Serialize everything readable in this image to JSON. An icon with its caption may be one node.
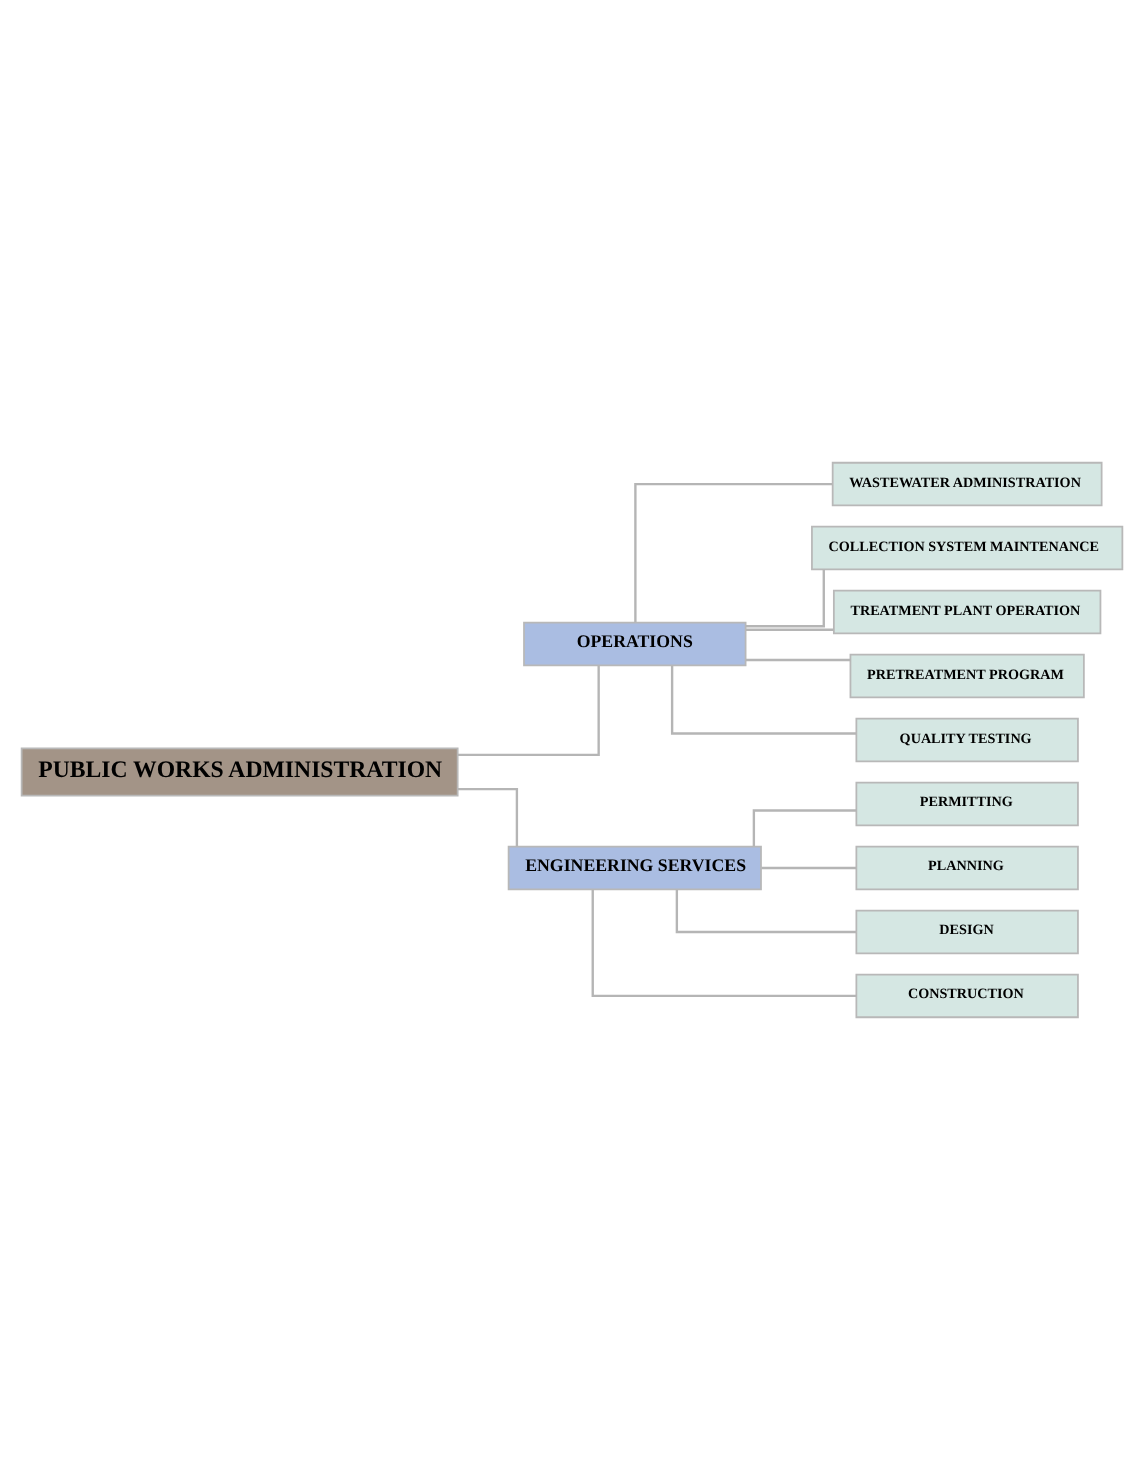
{
  "diagram": {
    "nodes": [
      {
        "text": [
          "PUBLIC WORKS ADMINISTRATION"
        ]
      },
      {
        "text": [
          "OPERATIONS"
        ]
      },
      {
        "text": [
          "ENGINEERING SERVICES"
        ]
      },
      {
        "text": [
          "WASTEWATER ADMINISTRATION"
        ]
      },
      {
        "text": [
          "COLLECTION SYSTEM MAINTENANCE"
        ]
      },
      {
        "text": [
          "TREATMENT PLANT OPERATION"
        ]
      },
      {
        "text": [
          "PRETREATMENT PROGRAM"
        ]
      },
      {
        "text": [
          "QUALITY TESTING"
        ]
      },
      {
        "text": [
          "PERMITTING"
        ]
      },
      {
        "text": [
          "PLANNING"
        ]
      },
      {
        "text": [
          "DESIGN"
        ]
      },
      {
        "text": [
          "CONSTRUCTION"
        ]
      }
    ],
    "edges": [
      {
        "from": 0,
        "to": 1,
        "arrow": "none"
      },
      {
        "from": 0,
        "to": 2,
        "arrow": "none"
      },
      {
        "from": 1,
        "to": 3,
        "arrow": "none"
      },
      {
        "from": 1,
        "to": 4,
        "arrow": "none"
      },
      {
        "from": 1,
        "to": 5,
        "arrow": "none"
      },
      {
        "from": 1,
        "to": 6,
        "arrow": "none"
      },
      {
        "from": 1,
        "to": 7,
        "arrow": "none"
      },
      {
        "from": 2,
        "to": 8,
        "arrow": "none"
      },
      {
        "from": 2,
        "to": 9,
        "arrow": "none"
      },
      {
        "from": 2,
        "to": 10,
        "arrow": "none"
      },
      {
        "from": 2,
        "to": 11,
        "arrow": "none"
      }
    ]
  }
}
